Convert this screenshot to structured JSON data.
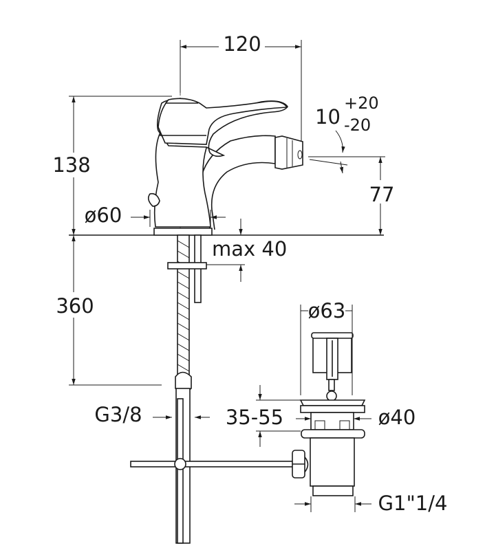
{
  "dimensions": {
    "spout_reach": "120",
    "tilt_nominal": "10",
    "tilt_plus": "+20",
    "tilt_minus": "-20",
    "overall_height": "138",
    "spout_height": "77",
    "base_diameter": "ø60",
    "max_deck_thickness": "max 40",
    "hose_length": "360",
    "plug_diameter": "ø63",
    "inlet_thread": "G3/8",
    "waste_range": "35-55",
    "waste_diameter": "ø40",
    "waste_thread": "G1\"1/4"
  }
}
